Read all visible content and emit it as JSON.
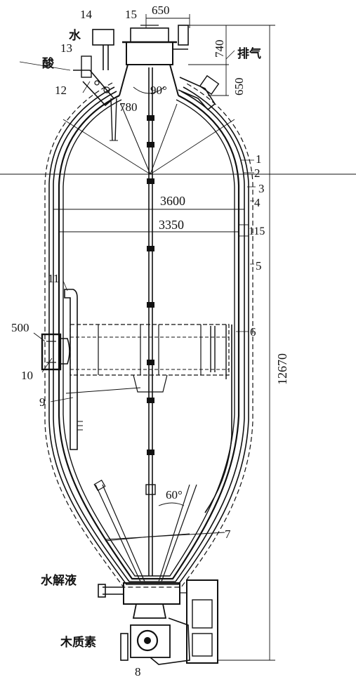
{
  "diagram": {
    "labels": {
      "water": "水",
      "acid": "酸",
      "exhaust": "排气",
      "hydrolysate": "水解液",
      "lignin": "木质素"
    },
    "dimensions": {
      "d650_top": "650",
      "d740": "740",
      "d650_side": "650",
      "d780": "780",
      "angle_top": "90°",
      "d3600": "3600",
      "d3350": "3350",
      "d115": "115",
      "d500": "500",
      "height_total": "12670",
      "angle_bottom": "60°"
    },
    "callouts": {
      "n1": "1",
      "n2": "2",
      "n3": "3",
      "n4": "4",
      "n5": "5",
      "n6": "6",
      "n7": "7",
      "n8": "8",
      "n9": "9",
      "n10": "10",
      "n11": "11",
      "n12": "12",
      "n13": "13",
      "n14": "14",
      "n15": "15"
    },
    "colors": {
      "ink": "#111111",
      "paper": "#ffffff"
    }
  }
}
